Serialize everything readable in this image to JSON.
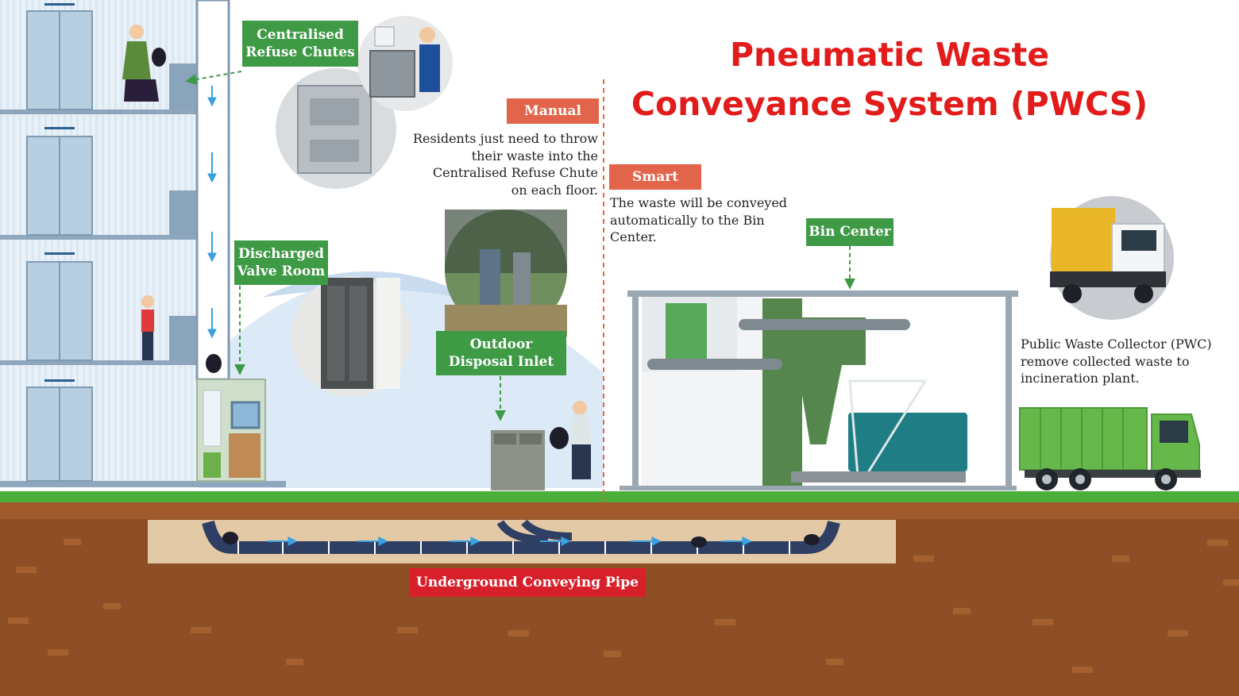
{
  "title": {
    "line1": "Pneumatic Waste",
    "line2": "Conveyance System (PWCS)"
  },
  "labels": {
    "refuse_chutes": {
      "line1": "Centralised",
      "line2": "Refuse Chutes"
    },
    "valve_room": {
      "line1": "Discharged",
      "line2": "Valve Room"
    },
    "outdoor_inlet": {
      "line1": "Outdoor",
      "line2": "Disposal Inlet"
    },
    "bin_center": "Bin Center",
    "manual": "Manual",
    "smart": "Smart",
    "underground_pipe": "Underground Conveying Pipe"
  },
  "descriptions": {
    "manual": [
      "Residents just need to throw",
      "their waste  into the",
      "Centralised Refuse Chute",
      "on each floor."
    ],
    "smart": [
      "The waste will be conveyed",
      "automatically to the Bin",
      "Center."
    ],
    "pwc": [
      "Public Waste Collector (PWC)",
      "remove collected waste  to",
      "incineration plant."
    ]
  },
  "colors": {
    "title": "#e21b1b",
    "label_green": "#3e9a45",
    "label_orange": "#e2644a",
    "label_red": "#d7202a",
    "soil": "#8f4f26",
    "grass": "#4caf3a",
    "pipe": "#2f3f63",
    "flow_arrow": "#3aa0e0",
    "building": "#dce9f4",
    "truck": "#66b84a"
  }
}
